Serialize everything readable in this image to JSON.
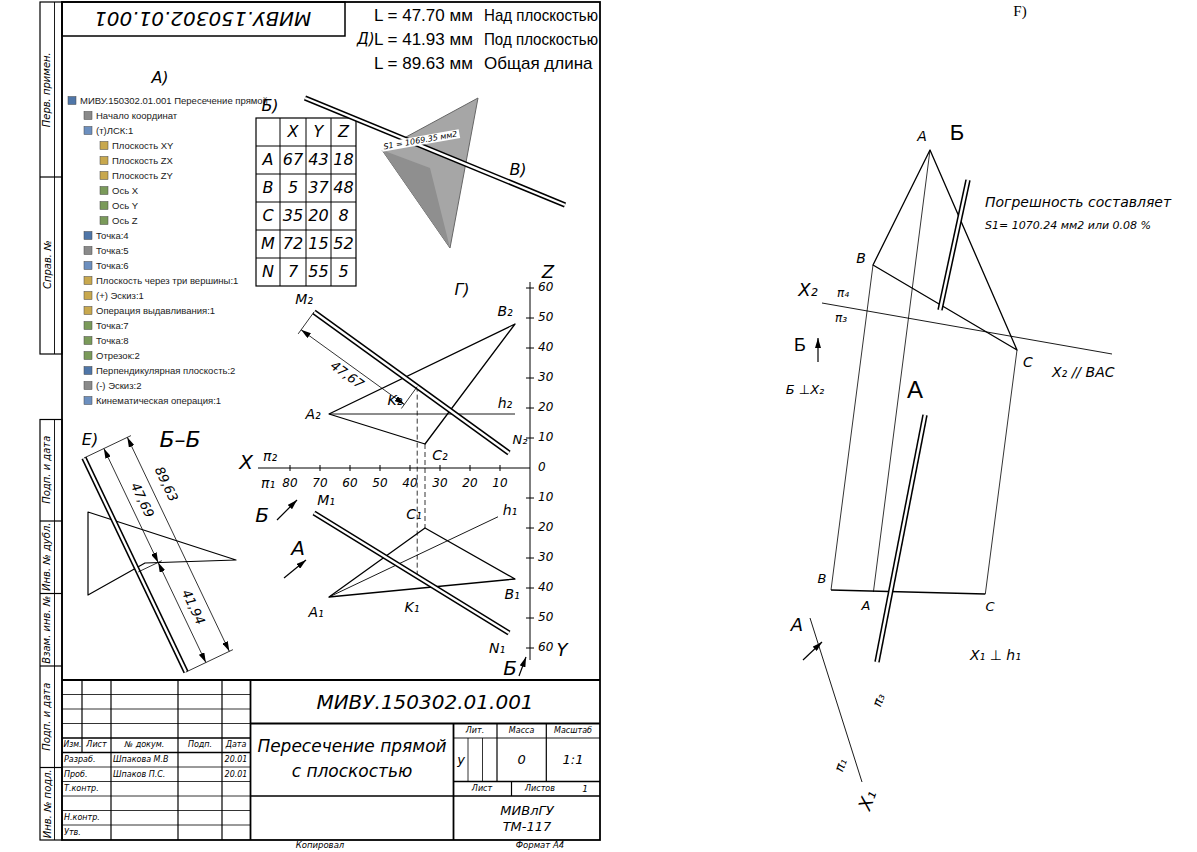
{
  "diagram": {
    "nodes": [
      {
        "text": [
          "МИВУ.150302.01.001 Пересечение прямой",
          "Начало координат",
          "(т)ЛСК:1",
          "Плоскость XY",
          "Плоскость ZX",
          "Плоскость ZY",
          "Ось X",
          "Ось Y",
          "Ось Z",
          "Точка:4",
          "Точка:5",
          "Точка:6",
          "Плоскость через три вершины:1",
          "(+) Эскиз:1",
          "Операция выдавливания:1",
          "Точка:7",
          "Точка:8",
          "Отрезок:2",
          "Перпендикулярная плоскость:2",
          "(-) Эскиз:2",
          "Кинематическая операция:1"
        ]
      }
    ],
    "labels": [
      "МИВУ.150302.01.001",
      "L = 47.70 мм",
      "Над плоскостью",
      "Д)",
      "L = 41.93 мм",
      "Под плоскостью",
      "L = 89.63 мм",
      "Общая длина",
      "А)",
      "Б)",
      "X",
      "Y",
      "Z",
      "A",
      "67",
      "43",
      "18",
      "B",
      "5",
      "37",
      "48",
      "C",
      "35",
      "20",
      "8",
      "M",
      "72",
      "15",
      "52",
      "N",
      "7",
      "55",
      "5",
      "S1 = 1069.35 мм2",
      "В)",
      "Г)",
      "Z",
      "60",
      "50",
      "40",
      "30",
      "20",
      "10",
      "0",
      "X",
      "π₂",
      "π₁",
      "80",
      "70",
      "60",
      "50",
      "40",
      "30",
      "20",
      "10",
      "10",
      "20",
      "30",
      "40",
      "50",
      "60",
      "Y",
      "M₂",
      "B₂",
      "47,67",
      "K₂",
      "h₂",
      "A₂",
      "C₂",
      "N₂",
      "Б",
      "M₁",
      "C₁",
      "h₁",
      "А",
      "K₁",
      "A₁",
      "B₁",
      "N₁",
      "Б",
      "Е)",
      "Б–Б",
      "89,63",
      "47,69",
      "41,94",
      "Перв. примен.",
      "Справ. №",
      "Подп. и дата",
      "Инв. № дубл.",
      "Взам. инв. №",
      "Подп. и дата",
      "Инв. № подл.",
      "Изм.",
      "Лист",
      "№ докум.",
      "Подп.",
      "Дата",
      "Разраб.",
      "Шпакова М.В",
      "20.01",
      "Проб.",
      "Шпаков П.С.",
      "20.01",
      "Т.контр.",
      "Н.контр.",
      "Утв.",
      "МИВУ.150302.01.001",
      "Пересечение прямой",
      "с плоскостью",
      "Лит.",
      "Масса",
      "Масштаб",
      "у",
      "0",
      "1:1",
      "Лист",
      "Листов",
      "1",
      "МИВлГУ",
      "ТМ-117",
      "Копировал",
      "Формат А4",
      "F)",
      "A",
      "Б",
      "B",
      "C",
      "Погрешность составляет",
      "S1= 1070.24 мм2 или 0.08 %",
      "X₂",
      "π₄",
      "π₃",
      "X₂ // BAC",
      "Б",
      "Б ⊥X₂",
      "А",
      "B",
      "A",
      "C",
      "А",
      "X₁ ⊥ h₁",
      "π₃",
      "π₁",
      "X₁"
    ]
  }
}
